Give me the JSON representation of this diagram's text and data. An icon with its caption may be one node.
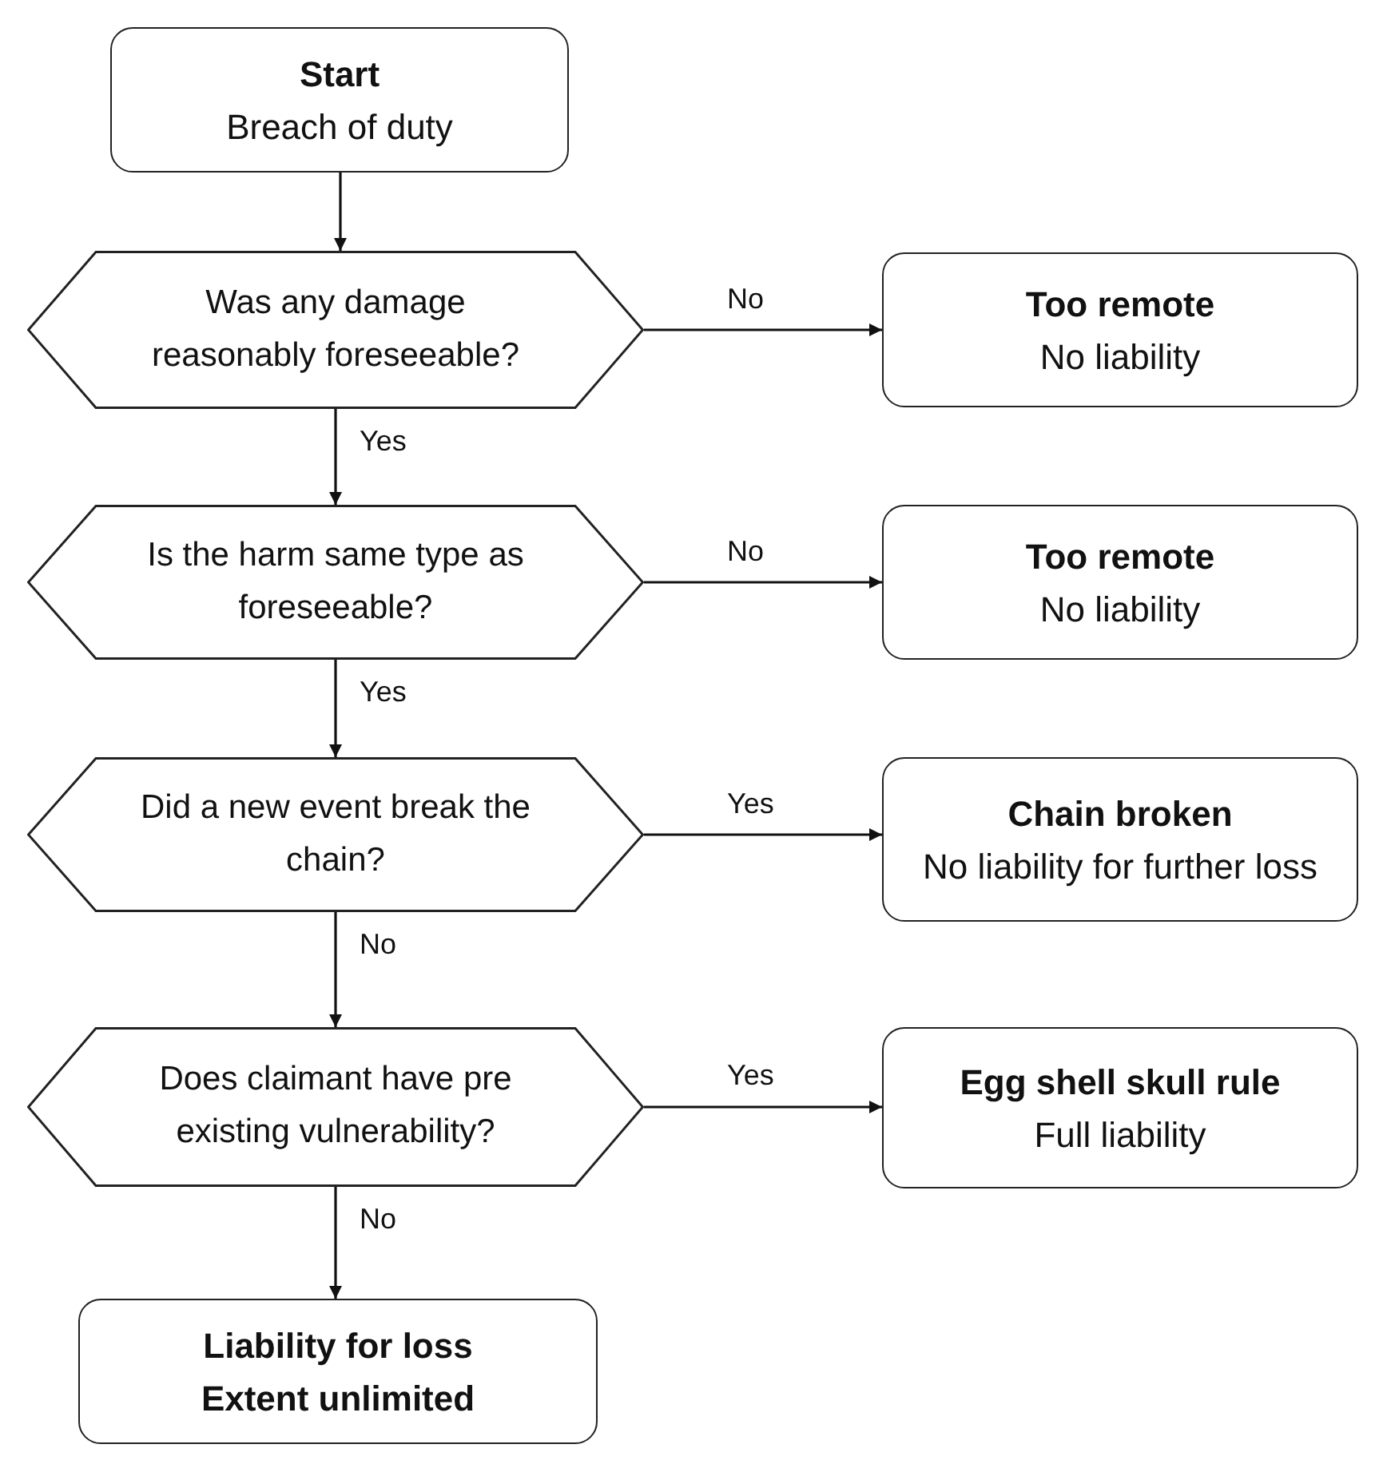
{
  "diagram": {
    "nodes": [
      {
        "text": [
          "Start",
          "Breach of duty"
        ]
      },
      {
        "text": [
          "Was any damage reasonably foreseeable?"
        ]
      },
      {
        "text": [
          "Too remote",
          "No liability"
        ]
      },
      {
        "text": [
          "Is the harm same type as foreseeable?"
        ]
      },
      {
        "text": [
          "Too remote",
          "No liability"
        ]
      },
      {
        "text": [
          "Did a new event break the chain?"
        ]
      },
      {
        "text": [
          "Chain broken",
          "No liability for further loss"
        ]
      },
      {
        "text": [
          "Does claimant have pre existing vulnerability?"
        ]
      },
      {
        "text": [
          "Egg shell skull rule",
          "Full liability"
        ]
      },
      {
        "text": [
          "Liability for loss",
          "Extent unlimited"
        ]
      }
    ],
    "edges": [
      {
        "from": 0,
        "to": 1,
        "arrow": "to"
      },
      {
        "from": 1,
        "to": 2,
        "arrow": "to",
        "label": "No"
      },
      {
        "from": 1,
        "to": 3,
        "arrow": "to",
        "label": "Yes"
      },
      {
        "from": 3,
        "to": 4,
        "arrow": "to",
        "label": "No"
      },
      {
        "from": 3,
        "to": 5,
        "arrow": "to",
        "label": "Yes"
      },
      {
        "from": 5,
        "to": 6,
        "arrow": "to",
        "label": "Yes"
      },
      {
        "from": 5,
        "to": 7,
        "arrow": "to",
        "label": "No"
      },
      {
        "from": 7,
        "to": 8,
        "arrow": "to",
        "label": "Yes"
      },
      {
        "from": 7,
        "to": 9,
        "arrow": "to",
        "label": "No"
      }
    ]
  }
}
